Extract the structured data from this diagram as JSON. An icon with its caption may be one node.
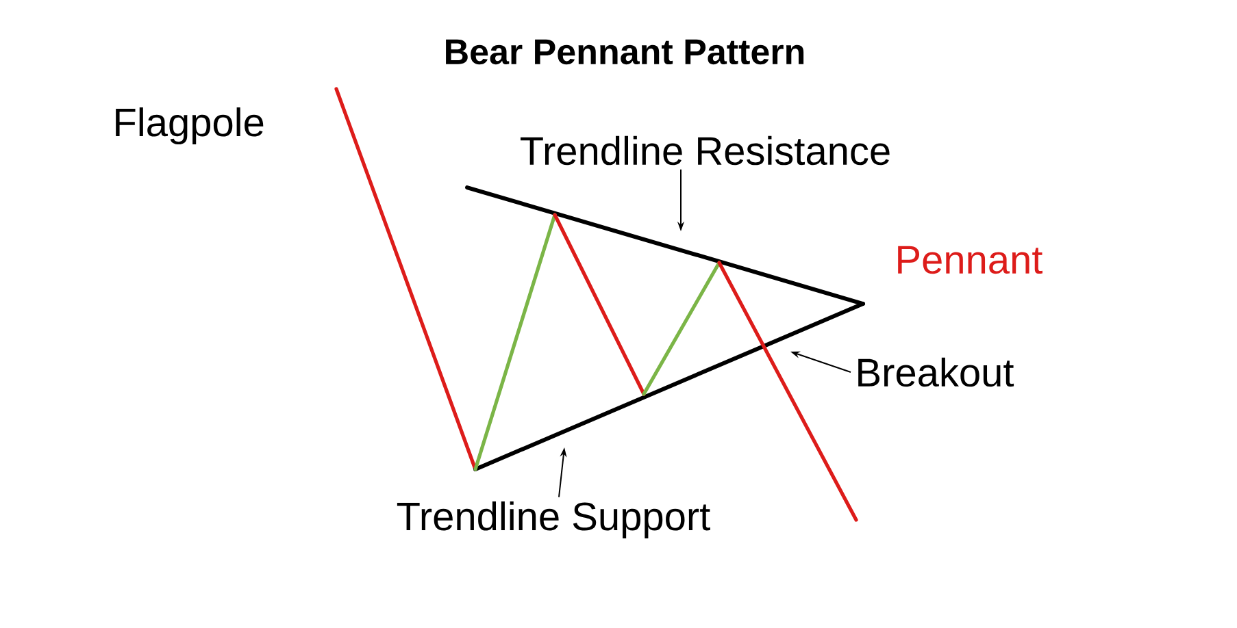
{
  "diagram": {
    "title": "Bear Pennant Pattern",
    "nodes": [
      {
        "text": [
          "Trendline Resistance"
        ]
      },
      {
        "text": [
          "Breakout"
        ]
      },
      {
        "text": [
          "Trendline Support"
        ]
      }
    ],
    "edges": [
      {
        "from": 0,
        "to": null,
        "arrow": "to"
      },
      {
        "from": 1,
        "to": null,
        "arrow": "to"
      },
      {
        "from": 2,
        "to": null,
        "arrow": "to"
      }
    ],
    "labels": [
      "Flagpole",
      "Pennant"
    ]
  }
}
